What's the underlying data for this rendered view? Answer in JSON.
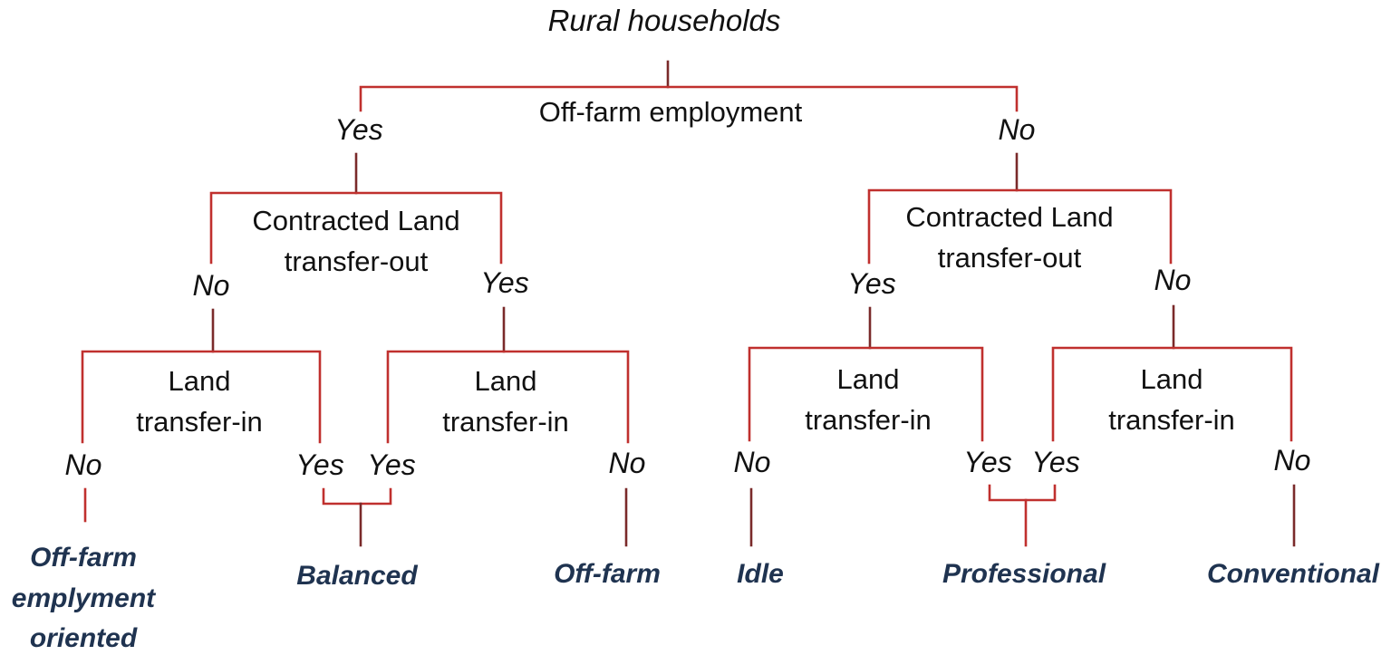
{
  "root_label": "Rural households",
  "level1": {
    "question": "Off-farm employment",
    "yes": "Yes",
    "no": "No"
  },
  "left_branch": {
    "question_line1": "Contracted Land",
    "question_line2": "transfer-out",
    "no": "No",
    "yes": "Yes",
    "no_sub": {
      "question_line1": "Land",
      "question_line2": "transfer-in",
      "no": "No",
      "yes": "Yes"
    },
    "yes_sub": {
      "question_line1": "Land",
      "question_line2": "transfer-in",
      "yes": "Yes",
      "no": "No"
    }
  },
  "right_branch": {
    "question_line1": "Contracted Land",
    "question_line2": "transfer-out",
    "yes": "Yes",
    "no": "No",
    "yes_sub": {
      "question_line1": "Land",
      "question_line2": "transfer-in",
      "no": "No",
      "yes": "Yes"
    },
    "no_sub": {
      "question_line1": "Land",
      "question_line2": "transfer-in",
      "yes": "Yes",
      "no": "No"
    }
  },
  "outcomes": {
    "off_farm_oriented_line1": "Off-farm",
    "off_farm_oriented_line2": "emplyment",
    "off_farm_oriented_line3": "oriented",
    "balanced": "Balanced",
    "off_farm": "Off-farm",
    "idle": "Idle",
    "professional": "Professional",
    "conventional": "Conventional"
  },
  "colors": {
    "connector": "#c0302e",
    "connector_dark": "#7a2a2a",
    "text": "#111111",
    "outcome_text": "#1f3350"
  }
}
